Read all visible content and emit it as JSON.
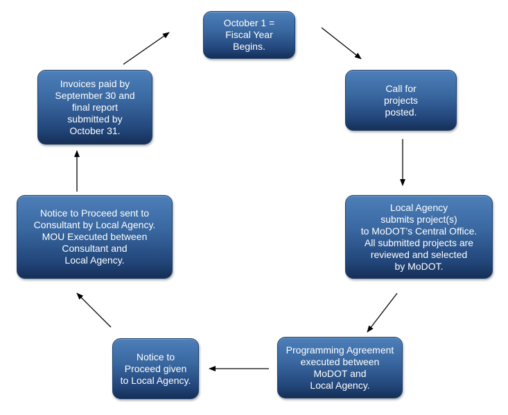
{
  "diagram": {
    "steps": [
      {
        "id": "fiscal-year",
        "text": "October 1 =\nFiscal Year\nBegins."
      },
      {
        "id": "call-for-projects",
        "text": "Call for\nprojects\nposted."
      },
      {
        "id": "local-agency-submits",
        "text": "Local Agency\nsubmits project(s)\nto MoDOT’s Central Office.\nAll submitted projects are\nreviewed and selected\nby MoDOT."
      },
      {
        "id": "programming-agreement",
        "text": "Programming Agreement\nexecuted between\nMoDOT and\nLocal Agency."
      },
      {
        "id": "notice-to-proceed-given",
        "text": "Notice to\nProceed given\nto Local Agency."
      },
      {
        "id": "notice-to-consultant",
        "text": "Notice to Proceed sent to\nConsultant by Local Agency.\nMOU Executed between\nConsultant and\nLocal Agency."
      },
      {
        "id": "invoices-paid",
        "text": "Invoices paid by\nSeptember 30 and\nfinal report\nsubmitted by\nOctober 31."
      }
    ],
    "colors": {
      "box_top": "#4d7fb9",
      "box_bottom": "#152f57",
      "box_text": "#ffffff",
      "arrow": "#000000"
    }
  }
}
